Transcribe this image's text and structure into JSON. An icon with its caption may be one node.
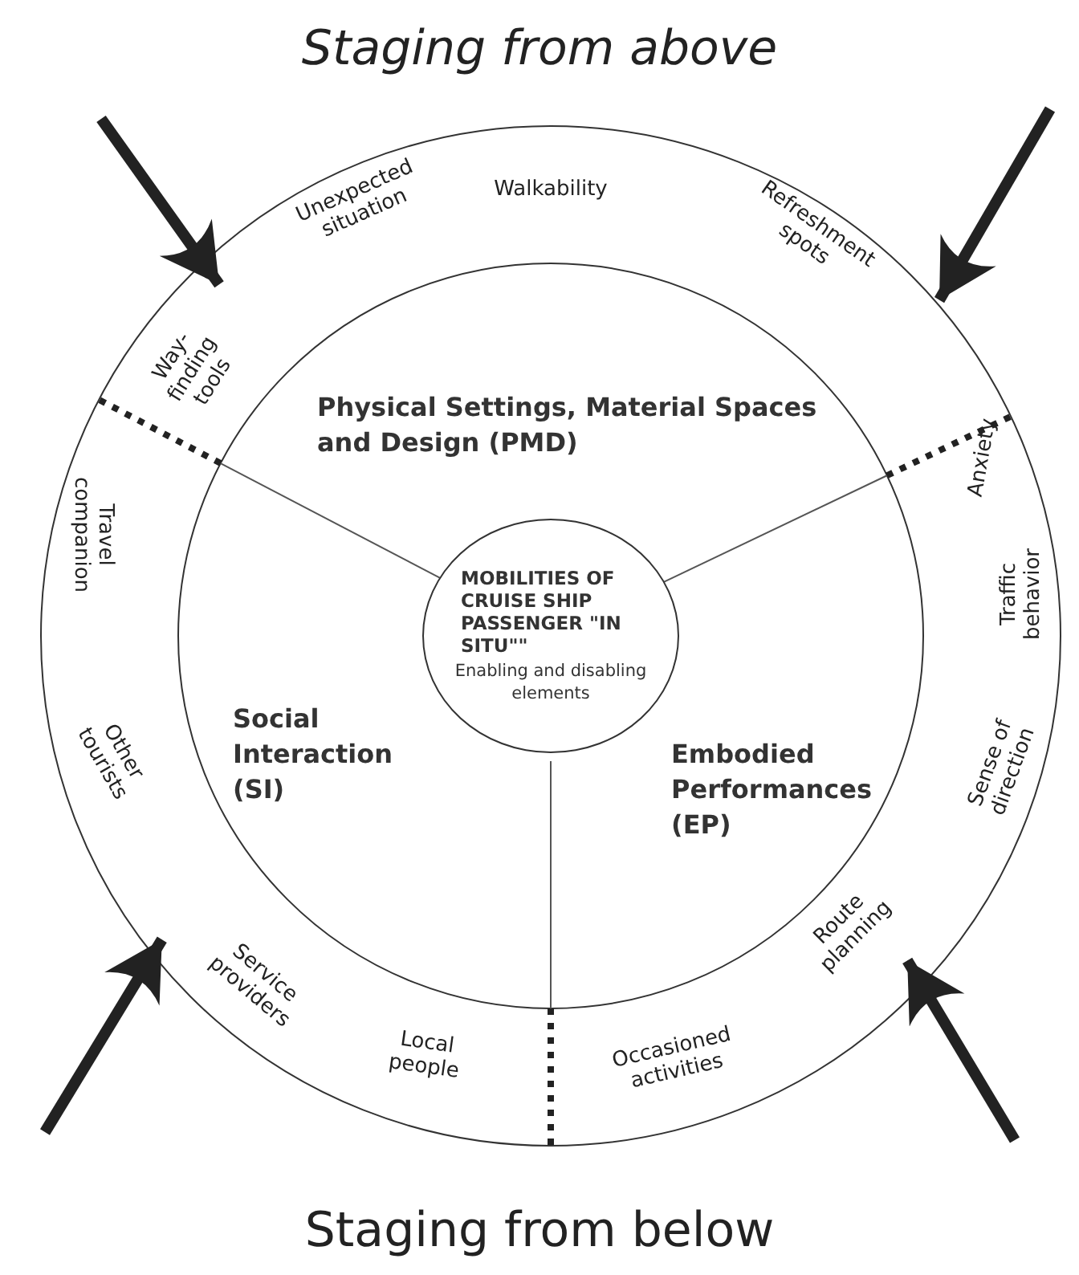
{
  "diagram": {
    "title": "Staging from above",
    "caption": "Staging from below",
    "nodes": [
      {
        "text": [],
        "shape": "circle"
      },
      {
        "text": [
          "MOBILITIES OF CRUISE SHIP PASSENGER \"IN SITU\"\"",
          "Enabling and disabling elements"
        ],
        "in": 0
      }
    ],
    "labels": [
      "Unexpected situation",
      "Walkability",
      "Refreshment spots",
      "Way-finding tools",
      "Physical Settings, Material Spaces and Design (PMD)",
      "Anxiety",
      "Travel companion",
      "Traffic behavior",
      "Other tourists",
      "Social Interaction (SI)",
      "Embodied Performances (EP)",
      "Sense of direction",
      "Service providers",
      "Route planning",
      "Local people",
      "Occasioned activities"
    ]
  }
}
